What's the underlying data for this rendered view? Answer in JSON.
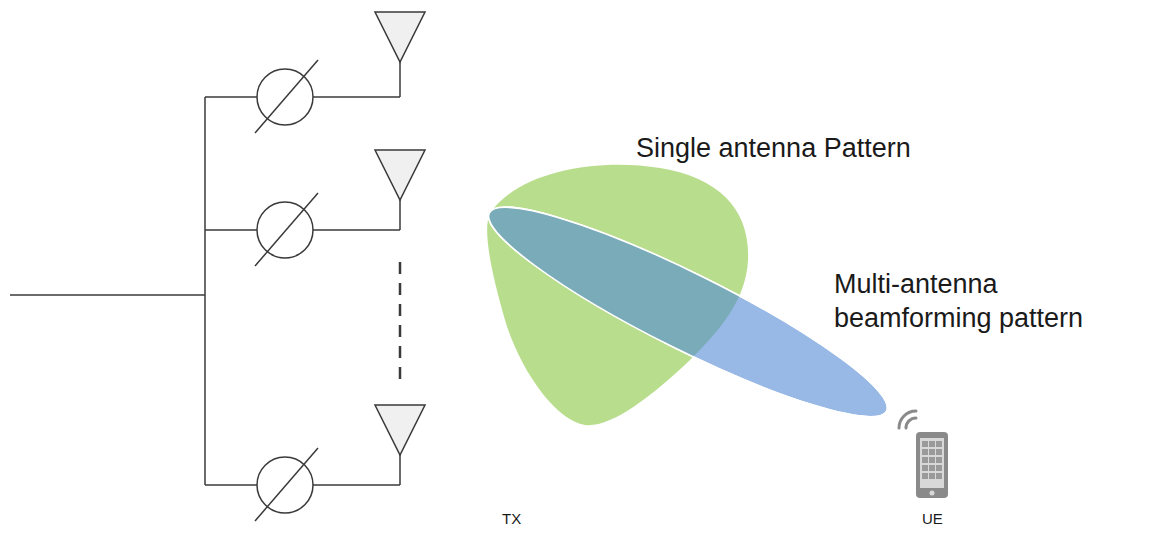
{
  "diagram": {
    "labels": [
      "Single antenna Pattern",
      "Multi-antenna beamforming pattern",
      "TX",
      "UE"
    ]
  }
}
